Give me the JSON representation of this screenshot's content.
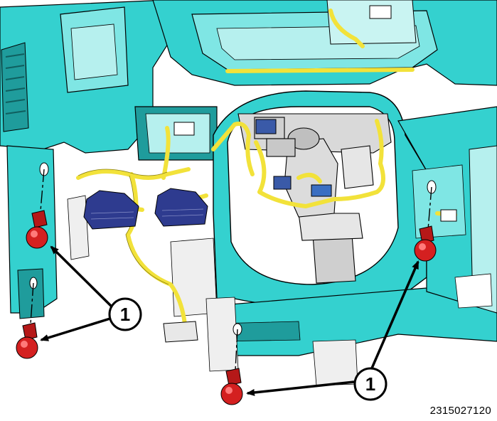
{
  "figure": {
    "id": "2315027120"
  },
  "callouts": [
    {
      "label": "1"
    },
    {
      "label": "1"
    }
  ],
  "colors": {
    "panel": "#34d1cf",
    "panel_light": "#7fe6e4",
    "panel_dark": "#1f9c9c",
    "harness": "#f2e23a",
    "connector": "#2e3b8f",
    "fastener": "#d42020",
    "steering_column": "#d9d9d9",
    "outline": "#000000"
  }
}
